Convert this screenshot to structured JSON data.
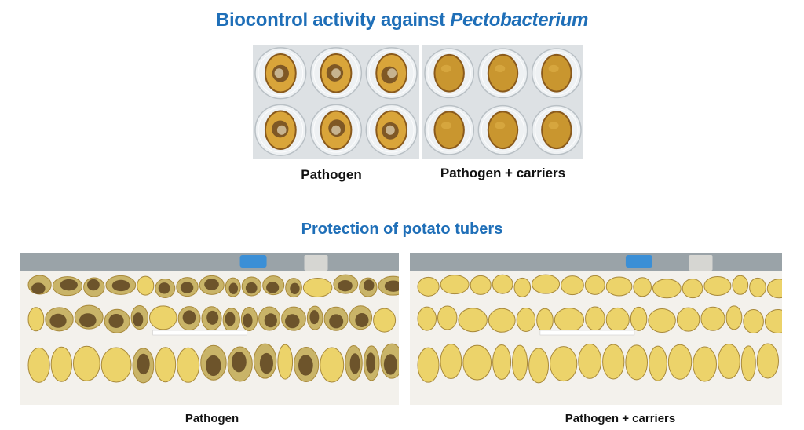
{
  "section1": {
    "title_main": "Biocontrol activity against ",
    "title_italic": "Pectobacterium",
    "panels": [
      {
        "caption": "Pathogen",
        "treatment": "infected"
      },
      {
        "caption": "Pathogen + carriers",
        "treatment": "protected"
      }
    ]
  },
  "section2": {
    "title": "Protection of potato tubers",
    "panels": [
      {
        "caption": "Pathogen",
        "treatment": "infected"
      },
      {
        "caption": "Pathogen + carriers",
        "treatment": "protected"
      }
    ]
  },
  "colors": {
    "heading": "#1f6fb8",
    "caption": "#111111",
    "potato_flesh": "#e8c34a",
    "rot": "#5a3a18",
    "dish_bg": "#dfe3e6"
  }
}
